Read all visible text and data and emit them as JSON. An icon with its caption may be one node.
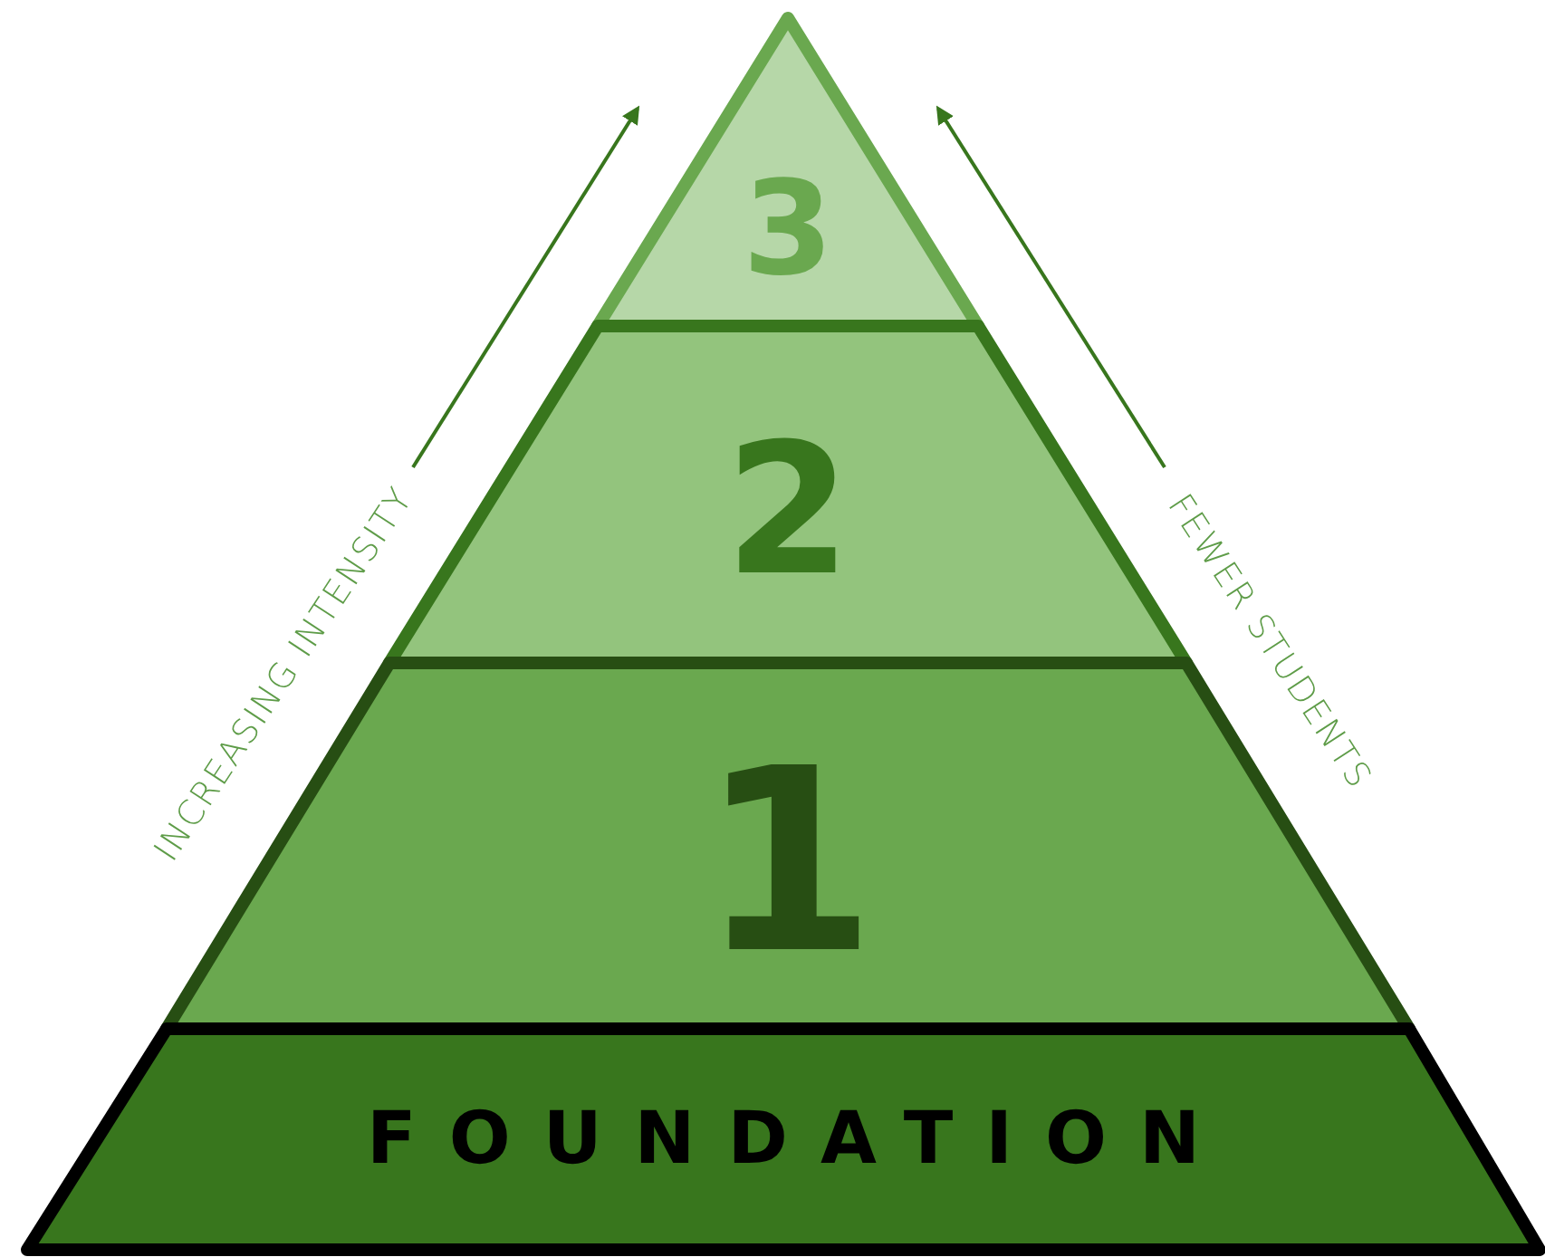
{
  "diagram": {
    "nodes": [
      {
        "text": [
          "3"
        ]
      },
      {
        "text": [
          "2"
        ]
      },
      {
        "text": [
          "1"
        ]
      },
      {
        "text": [
          "FOUNDATION"
        ]
      }
    ],
    "labels": [
      "INCREASING INTENSITY",
      "FEWER STUDENTS"
    ]
  }
}
